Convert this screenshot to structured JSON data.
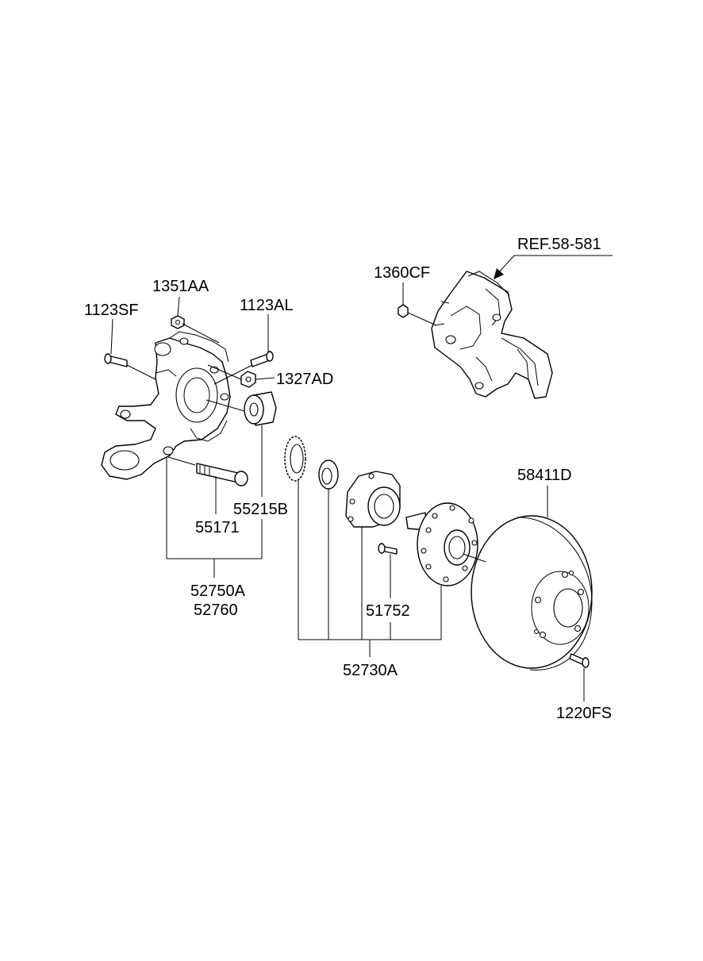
{
  "labels": {
    "ref_58_581": "REF.58-581",
    "p1360CF": "1360CF",
    "p1351AA": "1351AA",
    "p1123SF": "1123SF",
    "p1123AL": "1123AL",
    "p1327AD": "1327AD",
    "p55215B": "55215B",
    "p55171": "55171",
    "p52750A": "52750A",
    "p52760": "52760",
    "p58411D": "58411D",
    "p51752": "51752",
    "p52730A": "52730A",
    "p1220FS": "1220FS"
  },
  "icons": {
    "knuckle": "knuckle-icon",
    "caliper": "brake-caliper-icon",
    "disc": "brake-disc-icon",
    "hub": "wheel-hub-icon",
    "bearing": "bearing-icon",
    "tone_wheel": "tone-wheel-icon",
    "seal": "seal-icon",
    "bushing": "bushing-icon",
    "bolt": "bolt-icon",
    "nut": "nut-icon",
    "stud": "stud-icon"
  }
}
